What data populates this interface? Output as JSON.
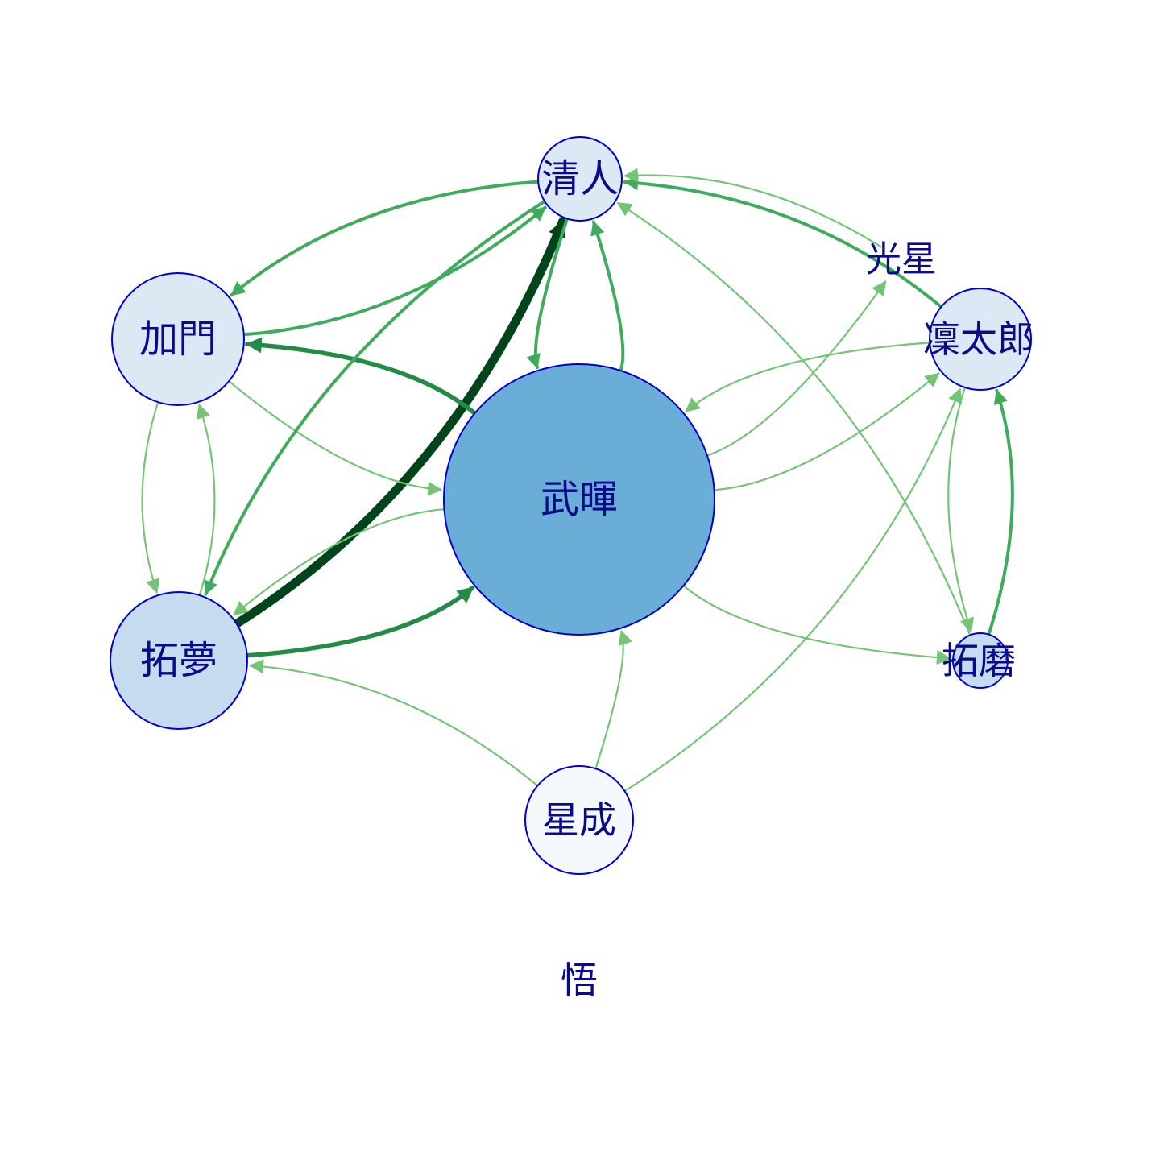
{
  "nodes": [
    {
      "id": "qingren",
      "label": "清人",
      "fill": "#dde8f5"
    },
    {
      "id": "jiamen",
      "label": "加門",
      "fill": "#dde8f5"
    },
    {
      "id": "wuhui",
      "label": "武暉",
      "fill": "#6aadd6"
    },
    {
      "id": "tuomeng",
      "label": "拓夢",
      "fill": "#c6dbef"
    },
    {
      "id": "guangxing",
      "label": "光星",
      "fill": null
    },
    {
      "id": "lintailang",
      "label": "凜太郎",
      "fill": "#dde8f5"
    },
    {
      "id": "tuomo",
      "label": "拓磨",
      "fill": "#c6dbef"
    },
    {
      "id": "xingcheng",
      "label": "星成",
      "fill": "#f5f9fe"
    },
    {
      "id": "wu",
      "label": "悟",
      "fill": null
    }
  ],
  "edges": [
    {
      "from": "tuomeng",
      "to": "qingren",
      "strength": 5
    },
    {
      "from": "jiamen",
      "to": "qingren",
      "strength": 2
    },
    {
      "from": "qingren",
      "to": "jiamen",
      "strength": 2
    },
    {
      "from": "wuhui",
      "to": "jiamen",
      "strength": 3
    },
    {
      "from": "jiamen",
      "to": "wuhui",
      "strength": 1
    },
    {
      "from": "qingren",
      "to": "wuhui",
      "strength": 2
    },
    {
      "from": "wuhui",
      "to": "qingren",
      "strength": 2
    },
    {
      "from": "qingren",
      "to": "tuomeng",
      "strength": 2
    },
    {
      "from": "tuomeng",
      "to": "wuhui",
      "strength": 3
    },
    {
      "from": "wuhui",
      "to": "tuomeng",
      "strength": 1
    },
    {
      "from": "jiamen",
      "to": "tuomeng",
      "strength": 1
    },
    {
      "from": "tuomeng",
      "to": "jiamen",
      "strength": 1
    },
    {
      "from": "lintailang",
      "to": "qingren",
      "strength": 2
    },
    {
      "from": "guangxing",
      "to": "qingren",
      "strength": 1
    },
    {
      "from": "tuomo",
      "to": "qingren",
      "strength": 1
    },
    {
      "from": "wuhui",
      "to": "guangxing",
      "strength": 1
    },
    {
      "from": "lintailang",
      "to": "wuhui",
      "strength": 1
    },
    {
      "from": "wuhui",
      "to": "lintailang",
      "strength": 1
    },
    {
      "from": "xingcheng",
      "to": "lintailang",
      "strength": 1
    },
    {
      "from": "wuhui",
      "to": "tuomo",
      "strength": 1
    },
    {
      "from": "tuomo",
      "to": "lintailang",
      "strength": 2
    },
    {
      "from": "lintailang",
      "to": "tuomo",
      "strength": 1
    },
    {
      "from": "xingcheng",
      "to": "tuomeng",
      "strength": 1
    },
    {
      "from": "xingcheng",
      "to": "wuhui",
      "strength": 1
    }
  ],
  "colors": {
    "edge_weak": "#74c476",
    "edge_medium": "#41ab5d",
    "edge_strong": "#238b45",
    "edge_strongest": "#00441b",
    "node_border": "#0000cc",
    "label": "#0a0a8a"
  }
}
